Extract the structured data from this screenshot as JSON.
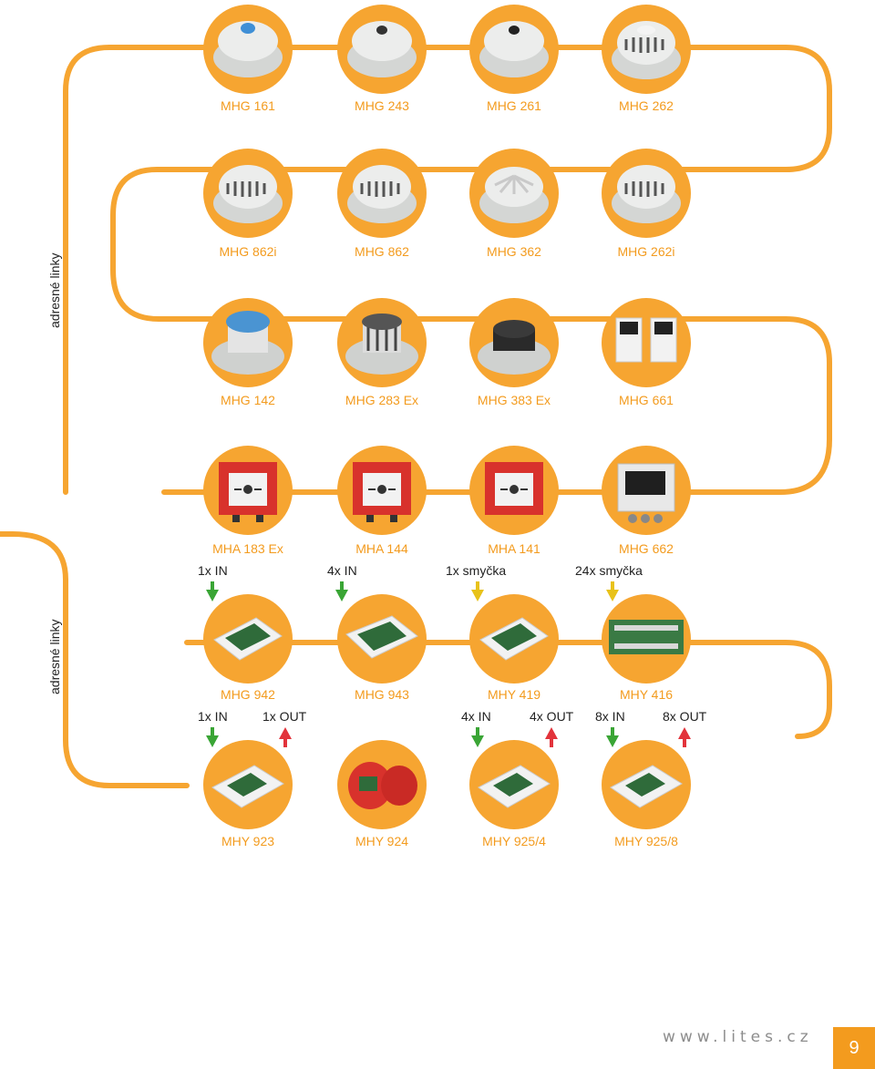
{
  "side_label": "adresné linky",
  "colors": {
    "wire": "#f6a531",
    "label": "#f39b1e",
    "in_arrow": "#3aa535",
    "out_arrow": "#e2333b",
    "loop_arrow": "#e8c21a",
    "page_box": "#f39b1e"
  },
  "rows": [
    {
      "devices": [
        {
          "label": "MHG 161",
          "icon": "detector-blue-icon"
        },
        {
          "label": "MHG 243",
          "icon": "detector-dark-icon"
        },
        {
          "label": "MHG 261",
          "icon": "detector-dark-icon"
        },
        {
          "label": "MHG 262",
          "icon": "detector-slotted-icon"
        }
      ]
    },
    {
      "devices": [
        {
          "label": "MHG 862i",
          "icon": "detector-slotted-icon"
        },
        {
          "label": "MHG 862",
          "icon": "detector-slotted-icon"
        },
        {
          "label": "MHG 362",
          "icon": "detector-heat-icon"
        },
        {
          "label": "MHG 262i",
          "icon": "detector-slotted-icon"
        }
      ]
    },
    {
      "devices": [
        {
          "label": "MHG 142",
          "icon": "ex-detector-blue-icon"
        },
        {
          "label": "MHG 283 Ex",
          "icon": "ex-detector-cage-icon"
        },
        {
          "label": "MHG 383 Ex",
          "icon": "ex-detector-black-icon"
        },
        {
          "label": "MHG 661",
          "icon": "beam-detector-icon"
        }
      ]
    },
    {
      "devices": [
        {
          "label": "MHA 183 Ex",
          "icon": "call-point-icon"
        },
        {
          "label": "MHA 144",
          "icon": "call-point-icon"
        },
        {
          "label": "MHA 141",
          "icon": "call-point-icon"
        },
        {
          "label": "MHG 662",
          "icon": "display-box-icon"
        }
      ]
    },
    {
      "devices": [
        {
          "label": "MHG 942",
          "icon": "module-board-icon"
        },
        {
          "label": "MHG 943",
          "icon": "module-board-icon"
        },
        {
          "label": "MHY 419",
          "icon": "module-board-icon"
        },
        {
          "label": "MHY 416",
          "icon": "pcb-icon"
        }
      ]
    },
    {
      "devices": [
        {
          "label": "MHY 923",
          "icon": "module-box-icon"
        },
        {
          "label": "MHY 924",
          "icon": "siren-icon"
        },
        {
          "label": "MHY 925/4",
          "icon": "module-box-icon"
        },
        {
          "label": "MHY 925/8",
          "icon": "module-box-icon"
        }
      ]
    }
  ],
  "io_row_1": [
    {
      "text": "1x IN",
      "arrow": "in"
    },
    {
      "text": "4x IN",
      "arrow": "in"
    },
    {
      "text": "1x smyčka",
      "arrow": "loop"
    },
    {
      "text": "24x smyčka",
      "arrow": "loop"
    }
  ],
  "io_row_2": [
    {
      "text": "1x IN",
      "arrow": "in"
    },
    {
      "text": "1x OUT",
      "arrow": "out"
    },
    {
      "text": "4x IN",
      "arrow": "in"
    },
    {
      "text": "4x OUT",
      "arrow": "out"
    },
    {
      "text": "8x IN",
      "arrow": "in"
    },
    {
      "text": "8x OUT",
      "arrow": "out"
    }
  ],
  "footer": {
    "url": "www.lites.cz",
    "page": "9"
  }
}
